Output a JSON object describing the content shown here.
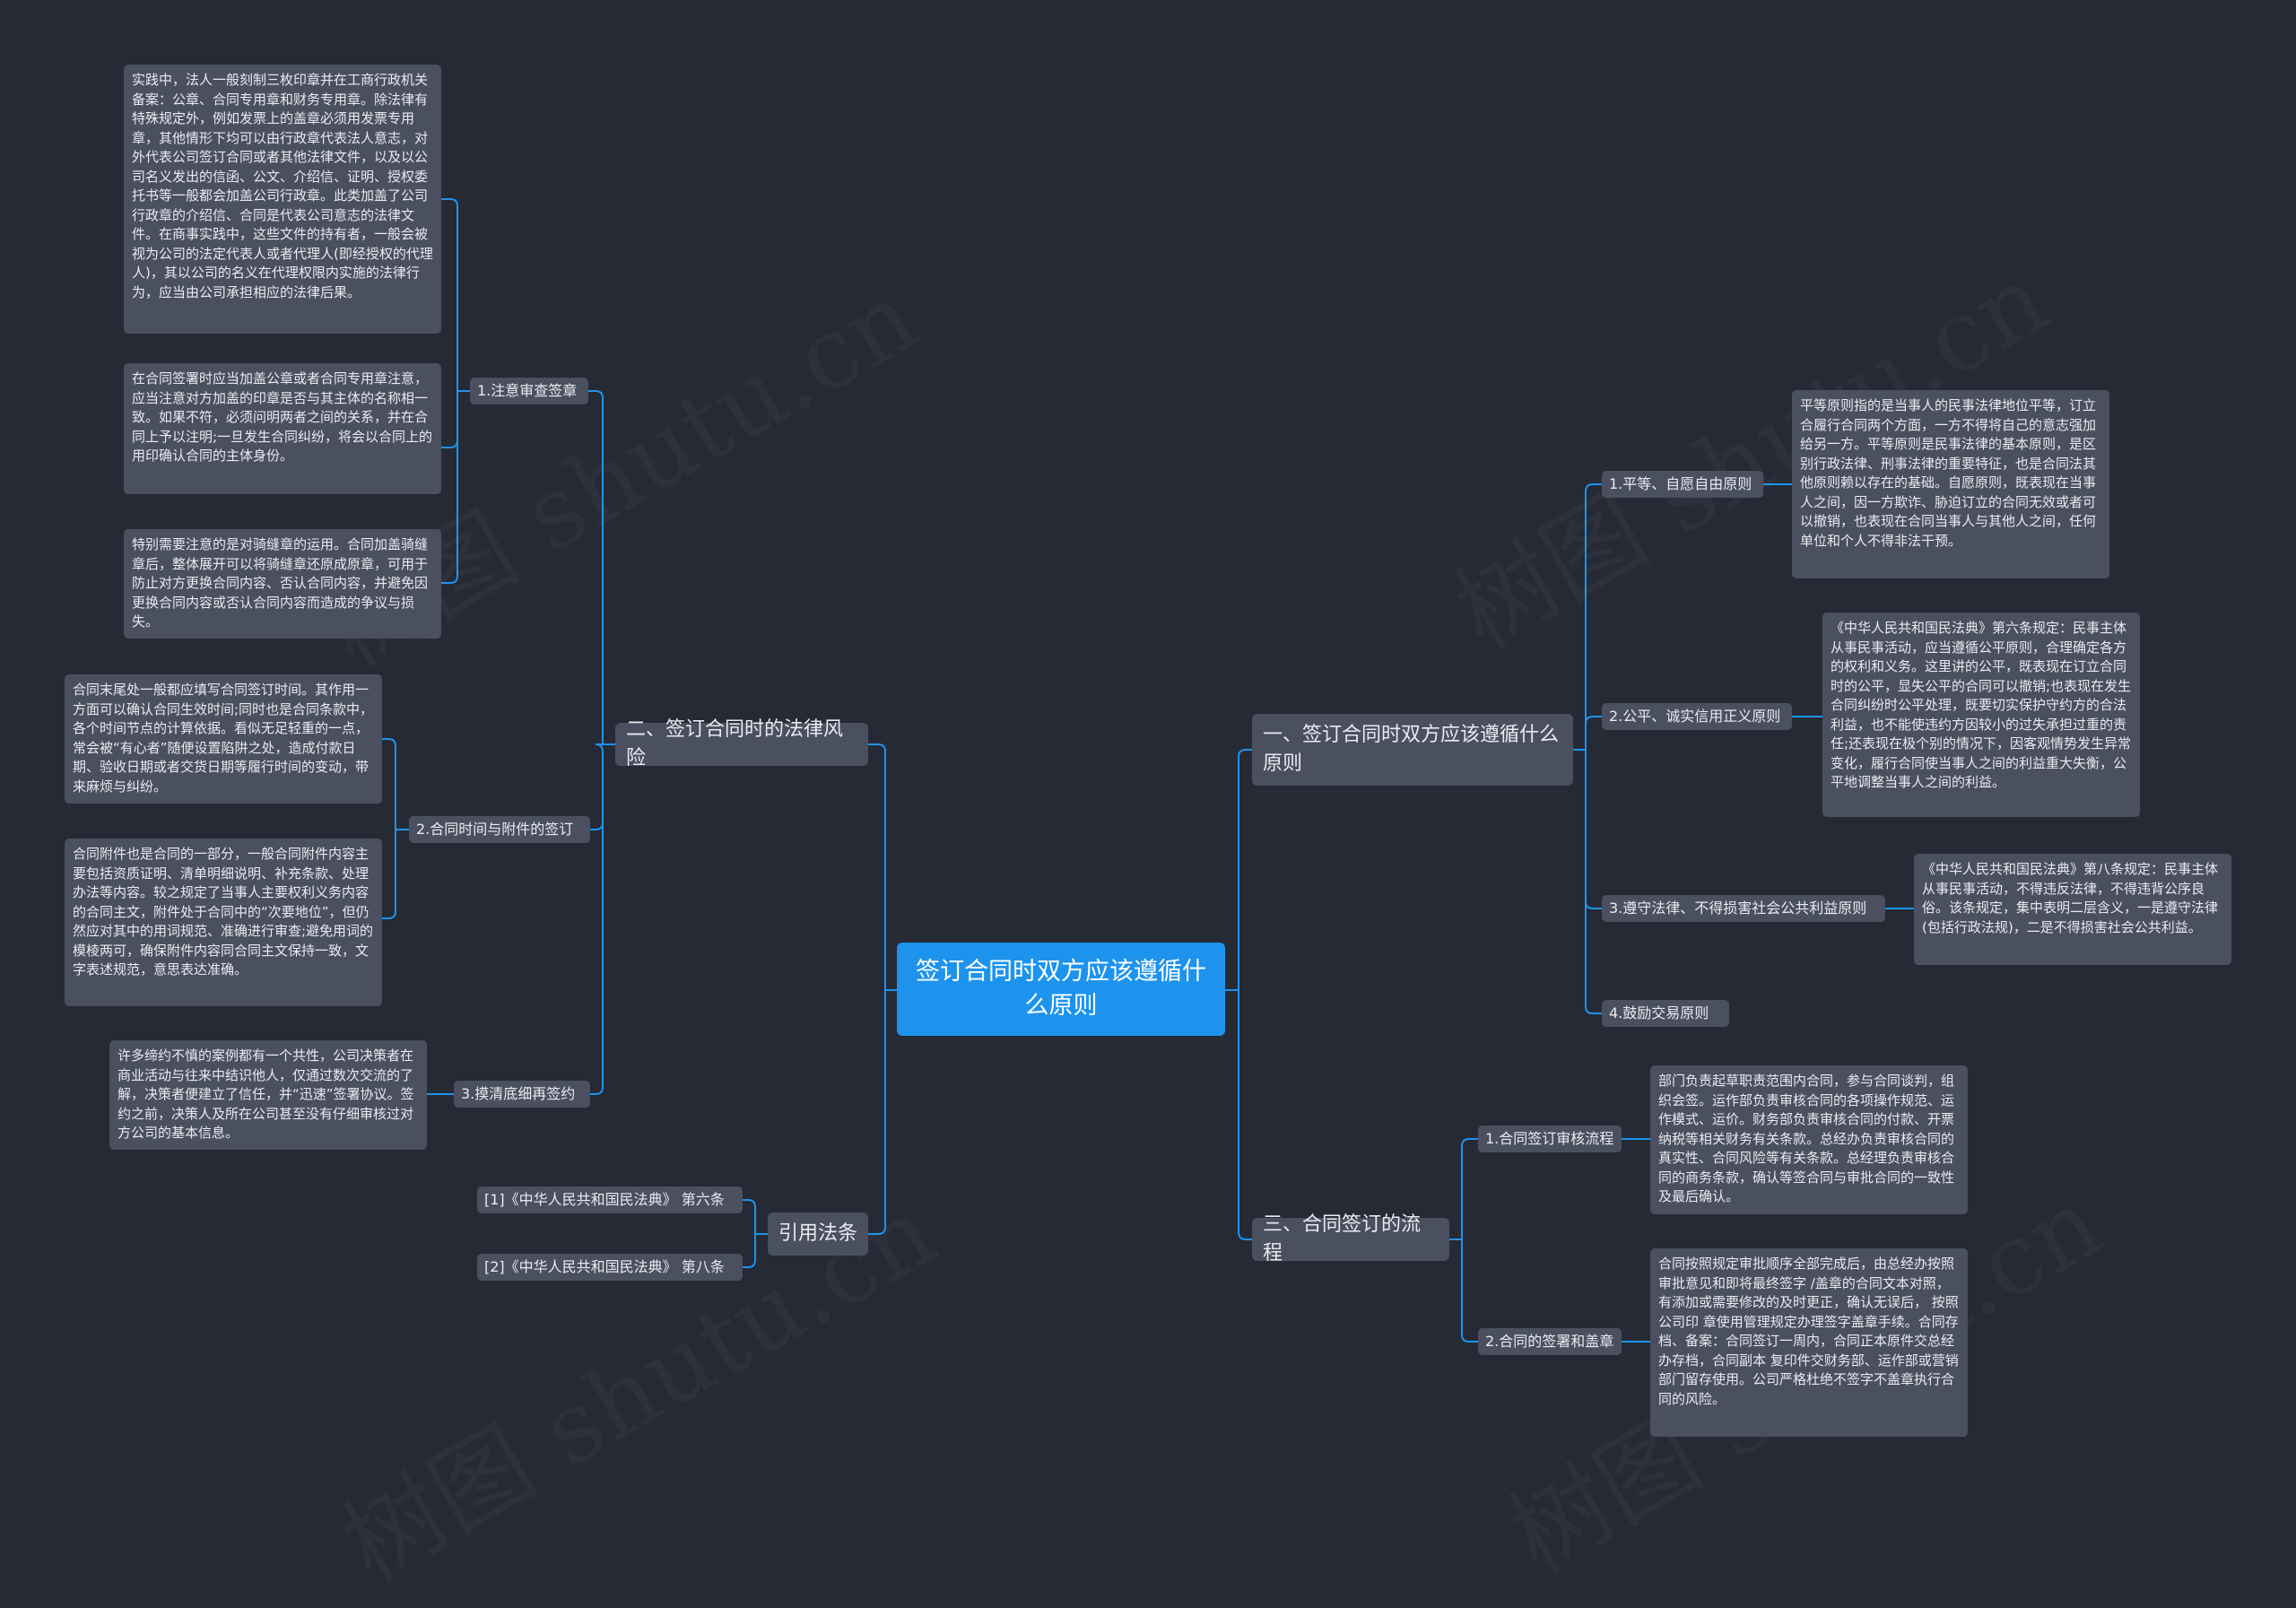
{
  "colors": {
    "background": "#252a35",
    "root": "#1d93ee",
    "node": "#4a505f",
    "line": "#1d93ee",
    "text": "#e8ebf0"
  },
  "watermark": "树图 shutu.cn",
  "root": {
    "label": "签订合同时双方应该遵循什么原则"
  },
  "branch_left_risk": {
    "label": "二、签订合同时的法律风险",
    "sub1": {
      "label": "1.注意审查签章",
      "leaf1": "实践中，法人一般刻制三枚印章并在工商行政机关备案：公章、合同专用章和财务专用章。除法律有特殊规定外，例如发票上的盖章必须用发票专用章，其他情形下均可以由行政章代表法人意志，对外代表公司签订合同或者其他法律文件，以及以公司名义发出的信函、公文、介绍信、证明、授权委托书等一般都会加盖公司行政章。此类加盖了公司行政章的介绍信、合同是代表公司意志的法律文件。在商事实践中，这些文件的持有者，一般会被视为公司的法定代表人或者代理人(即经授权的代理人)，其以公司的名义在代理权限内实施的法律行为，应当由公司承担相应的法律后果。",
      "leaf2": "在合同签署时应当加盖公章或者合同专用章注意，应当注意对方加盖的印章是否与其主体的名称相一致。如果不符，必须问明两者之间的关系，并在合同上予以注明;一旦发生合同纠纷，将会以合同上的用印确认合同的主体身份。",
      "leaf3": "特别需要注意的是对骑缝章的运用。合同加盖骑缝章后，整体展开可以将骑缝章还原成原章，可用于防止对方更换合同内容、否认合同内容，并避免因更换合同内容或否认合同内容而造成的争议与损失。"
    },
    "sub2": {
      "label": "2.合同时间与附件的签订",
      "leaf1": "合同末尾处一般都应填写合同签订时间。其作用一方面可以确认合同生效时间;同时也是合同条款中，各个时间节点的计算依据。看似无足轻重的一点，常会被“有心者”随便设置陷阱之处，造成付款日期、验收日期或者交货日期等履行时间的变动，带来麻烦与纠纷。",
      "leaf2": "合同附件也是合同的一部分，一般合同附件内容主要包括资质证明、清单明细说明、补充条款、处理办法等内容。较之规定了当事人主要权利义务内容的合同主文，附件处于合同中的“次要地位”，但仍然应对其中的用词规范、准确进行审查;避免用词的模棱两可，确保附件内容同合同主文保持一致，文字表述规范，意思表达准确。"
    },
    "sub3": {
      "label": "3.摸清底细再签约",
      "leaf1": "许多缔约不慎的案例都有一个共性，公司决策者在商业活动与往来中结识他人，仅通过数次交流的了解，决策者便建立了信任，并“迅速”签署协议。签约之前，决策人及所在公司甚至没有仔细审核过对方公司的基本信息。"
    }
  },
  "branch_left_law": {
    "label": "引用法条",
    "ref1": "[1]《中华人民共和国民法典》 第六条",
    "ref2": "[2]《中华人民共和国民法典》 第八条"
  },
  "branch_right_principle": {
    "label": "一、签订合同时双方应该遵循什么原则",
    "sub1": {
      "label": "1.平等、自愿自由原则",
      "leaf1": "平等原则指的是当事人的民事法律地位平等，订立合履行合同两个方面，一方不得将自己的意志强加给另一方。平等原则是民事法律的基本原则，是区别行政法律、刑事法律的重要特征，也是合同法其他原则赖以存在的基础。自愿原则，既表现在当事人之间，因一方欺诈、胁迫订立的合同无效或者可以撤销，也表现在合同当事人与其他人之间，任何单位和个人不得非法干预。"
    },
    "sub2": {
      "label": "2.公平、诚实信用正义原则",
      "leaf1": "《中华人民共和国民法典》第六条规定：民事主体从事民事活动，应当遵循公平原则，合理确定各方的权利和义务。这里讲的公平，既表现在订立合同时的公平，显失公平的合同可以撤销;也表现在发生合同纠纷时公平处理，既要切实保护守约方的合法利益，也不能使违约方因较小的过失承担过重的责任;还表现在极个别的情况下，因客观情势发生异常变化，履行合同使当事人之间的利益重大失衡，公平地调整当事人之间的利益。"
    },
    "sub3": {
      "label": "3.遵守法律、不得损害社会公共利益原则",
      "leaf1": "《中华人民共和国民法典》第八条规定：民事主体从事民事活动，不得违反法律，不得违背公序良俗。该条规定，集中表明二层含义，一是遵守法律(包括行政法规)，二是不得损害社会公共利益。"
    },
    "sub4": {
      "label": "4.鼓励交易原则"
    }
  },
  "branch_right_process": {
    "label": "三、合同签订的流程",
    "sub1": {
      "label": "1.合同签订审核流程",
      "leaf1": "部门负责起草职责范围内合同，参与合同谈判，组织会签。运作部负责审核合同的各项操作规范、运作模式、运价。财务部负责审核合同的付款、开票纳税等相关财务有关条款。总经办负责审核合同的真实性、合同风险等有关条款。总经理负责审核合同的商务条款，确认等签合同与审批合同的一致性及最后确认。"
    },
    "sub2": {
      "label": "2.合同的签署和盖章",
      "leaf1": "合同按照规定审批顺序全部完成后，由总经办按照审批意见和即将最终签字 /盖章的合同文本对照， 有添加或需要修改的及时更正，确认无误后， 按照公司印 章使用管理规定办理签字盖章手续。合同存档、备案：合同签订一周内，合同正本原件交总经办存档，合同副本 复印件交财务部、运作部或营销部门留存使用。公司严格杜绝不签字不盖章执行合同的风险。"
    }
  }
}
